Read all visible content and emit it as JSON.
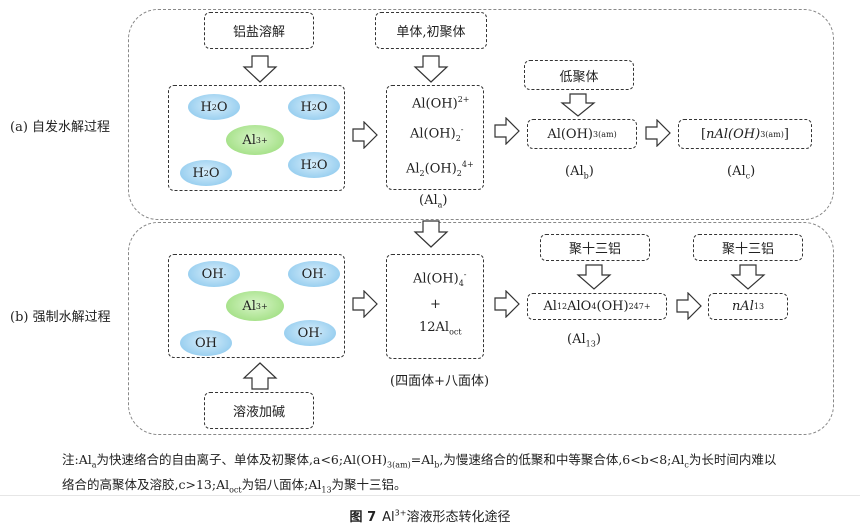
{
  "row_a": {
    "label": "(a) 自发水解过程",
    "source": "铝盐溶解",
    "species": {
      "h2o_1": "H",
      "h2o_2": "H",
      "h2o_3": "H",
      "h2o_4": "H",
      "al": "Al"
    },
    "monomer_box_label": "单体,初聚体",
    "monomers": {
      "m1": "Al(OH)",
      "m2": "Al(OH)",
      "m3": "Al"
    },
    "al_a_caption": "(Al",
    "oligomer_label": "低聚体",
    "al_b_box": "Al(OH)",
    "al_b_caption": "(Al",
    "al_c_box": "nAl(OH)",
    "al_c_caption": "(Al"
  },
  "row_b": {
    "label": "(b) 强制水解过程",
    "source": "溶液加碱",
    "species": {
      "oh_1": "OH",
      "oh_2": "OH",
      "oh_3": "OH",
      "oh_4": "OH",
      "al": "Al"
    },
    "mid_1": "Al(OH)",
    "mid_plus": "+",
    "mid_2": "12Al",
    "mid_caption": "(四面体+八面体)",
    "keggin_label": "聚十三铝",
    "keggin_box": "Al",
    "keggin_caption": "(Al",
    "al13_label": "聚十三铝",
    "al13_box": "nAl"
  },
  "note": {
    "line1": "注:Al",
    "line2": "络合的高聚体及溶胶,c>13;Al"
  },
  "caption": {
    "fig": "图 7",
    "title": "Al",
    "title_rest": "溶液形态转化途径"
  }
}
